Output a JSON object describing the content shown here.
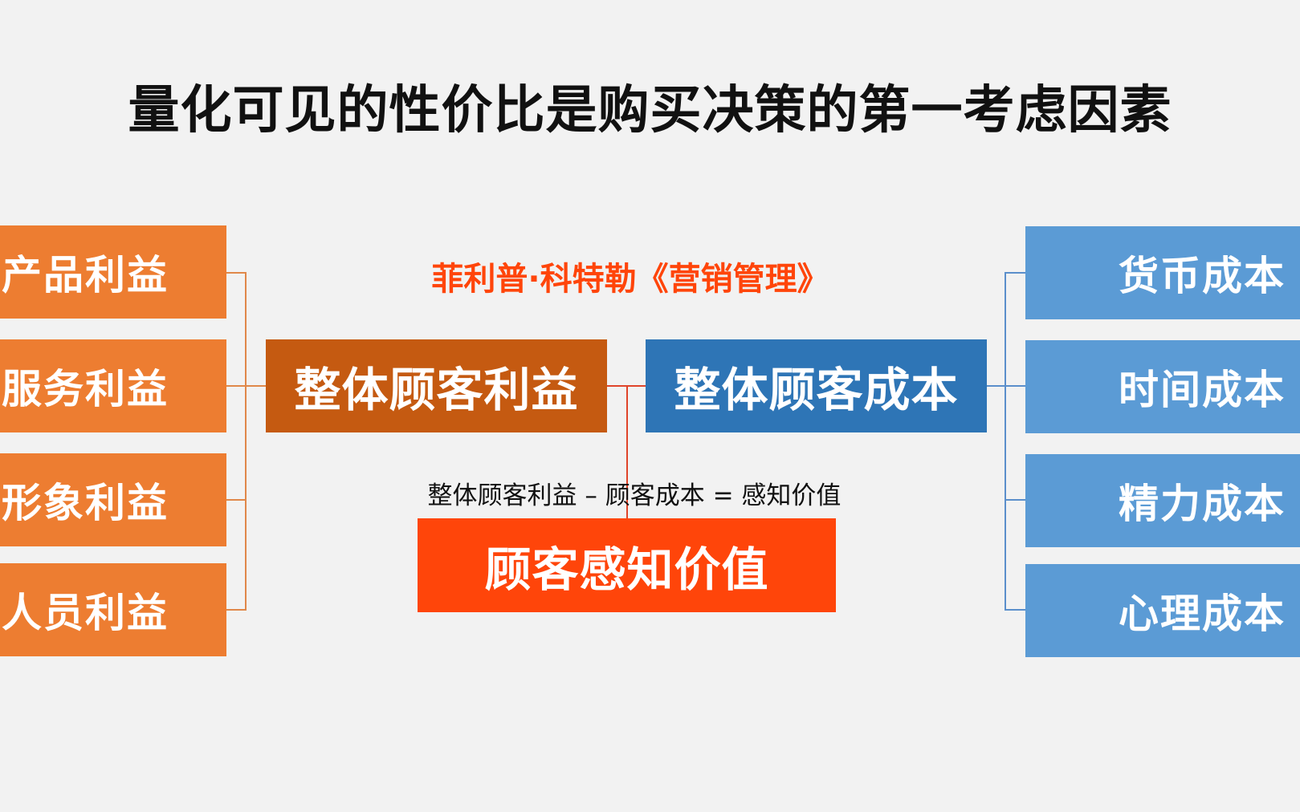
{
  "title": "量化可见的性价比是购买决策的第一考虑因素",
  "source": "菲利普·科特勒《营销管理》",
  "benefits": {
    "total_label": "整体顾客利益",
    "items": [
      {
        "label": "产品利益"
      },
      {
        "label": "服务利益"
      },
      {
        "label": "形象利益"
      },
      {
        "label": "人员利益"
      }
    ]
  },
  "costs": {
    "total_label": "整体顾客成本",
    "items": [
      {
        "label": "货币成本"
      },
      {
        "label": "时间成本"
      },
      {
        "label": "精力成本"
      },
      {
        "label": "心理成本"
      }
    ]
  },
  "formula": "整体顾客利益 – 顾客成本 = 感知价值",
  "result_label": "顾客感知价值",
  "colors": {
    "background": "#f2f2f2",
    "benefit_item": "#ED7D31",
    "benefit_total": "#C55A11",
    "cost_item": "#5B9BD5",
    "cost_total": "#2E75B6",
    "result": "#FF450A",
    "source_text": "#FF450A",
    "connector_red": "#E0442A"
  }
}
